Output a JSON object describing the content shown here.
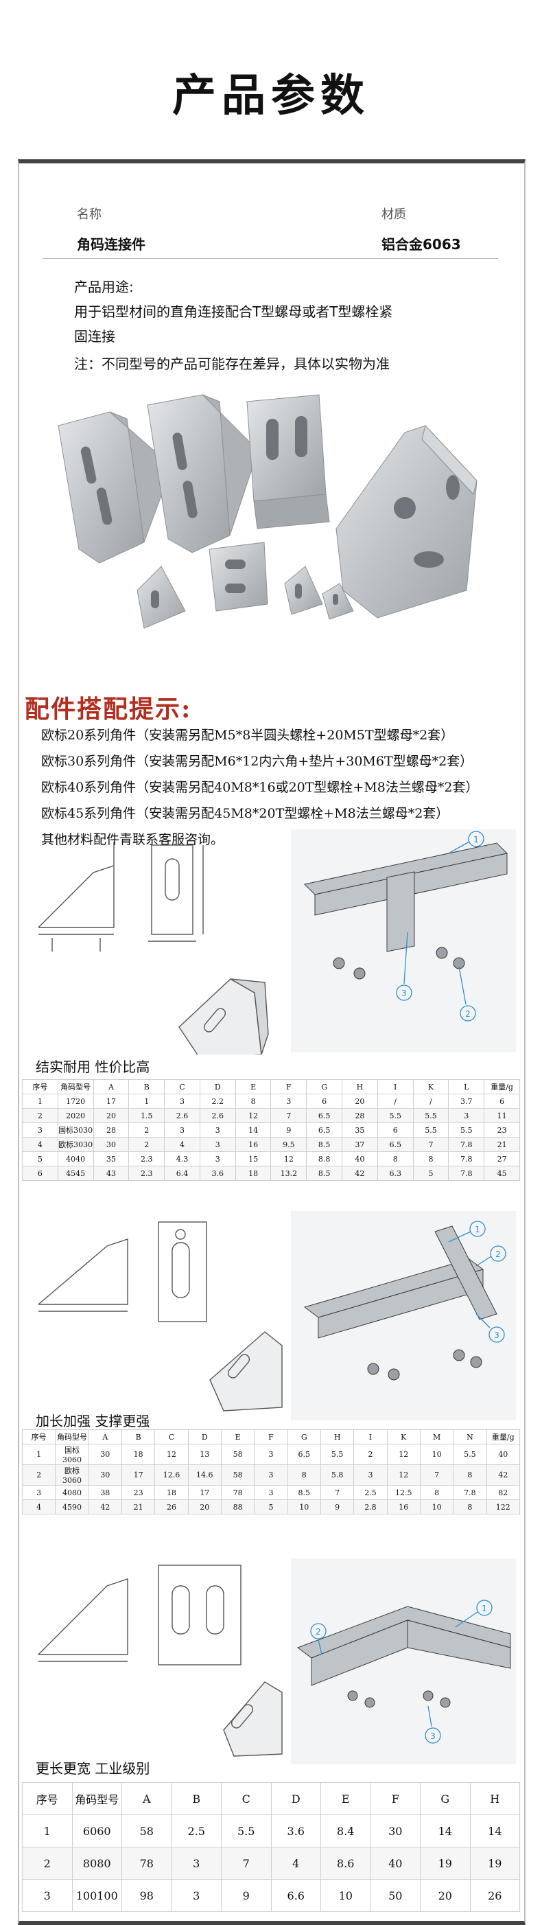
{
  "header": {
    "title": "产品参数"
  },
  "info": {
    "name_label": "名称",
    "name_value": "角码连接件",
    "material_label": "材质",
    "material_value": "铝合金6063",
    "usage_heading": "产品用途:",
    "usage_text_1": "用于铝型材间的直角连接配合T型螺母或者T型螺栓紧",
    "usage_text_2": "固连接",
    "note": "注：不同型号的产品可能存在差异，具体以实物为准"
  },
  "accessories": {
    "title": "配件搭配提示:",
    "lines": [
      "欧标20系列角件（安装需另配M5*8半圆头螺栓+20M5T型螺母*2套）",
      "欧标30系列角件（安装需另配M6*12内六角+垫片+30M6T型螺母*2套）",
      "欧标40系列角件（安装需另配40M8*16或20T型螺栓+M8法兰螺母*2套）",
      "欧标45系列角件（安装需另配45M8*20T型螺栓+M8法兰螺母*2套）",
      "其他材料配件青联系客服咨询。"
    ]
  },
  "section1": {
    "caption": "结实耐用 性价比高",
    "diagram_callouts": [
      "1",
      "2",
      "3"
    ],
    "headers": [
      "序号",
      "角码型号",
      "A",
      "B",
      "C",
      "D",
      "E",
      "F",
      "G",
      "H",
      "I",
      "K",
      "L",
      "重量/g"
    ],
    "rows": [
      [
        "1",
        "1720",
        "17",
        "1",
        "3",
        "2.2",
        "8",
        "3",
        "6",
        "20",
        "/",
        "/",
        "3.7",
        "6"
      ],
      [
        "2",
        "2020",
        "20",
        "1.5",
        "2.6",
        "2.6",
        "12",
        "7",
        "6.5",
        "28",
        "5.5",
        "5.5",
        "3",
        "11"
      ],
      [
        "3",
        "国标3030",
        "28",
        "2",
        "3",
        "3",
        "14",
        "9",
        "6.5",
        "35",
        "6",
        "5.5",
        "5.5",
        "23"
      ],
      [
        "4",
        "欧标3030",
        "30",
        "2",
        "4",
        "3",
        "16",
        "9.5",
        "8.5",
        "37",
        "6.5",
        "7",
        "7.8",
        "21"
      ],
      [
        "5",
        "4040",
        "35",
        "2.3",
        "4.3",
        "3",
        "15",
        "12",
        "8.8",
        "40",
        "8",
        "8",
        "7.8",
        "27"
      ],
      [
        "6",
        "4545",
        "43",
        "2.3",
        "6.4",
        "3.6",
        "18",
        "13.2",
        "8.5",
        "42",
        "6.3",
        "5",
        "7.8",
        "45"
      ]
    ]
  },
  "section2": {
    "caption": "加长加强 支撑更强",
    "diagram_callouts": [
      "1",
      "2",
      "3"
    ],
    "headers": [
      "序号",
      "角码型号",
      "A",
      "B",
      "C",
      "D",
      "E",
      "F",
      "G",
      "H",
      "I",
      "K",
      "M",
      "N",
      "重量/g"
    ],
    "rows": [
      [
        "1",
        "国标3060",
        "30",
        "18",
        "12",
        "13",
        "58",
        "3",
        "6.5",
        "5.5",
        "2",
        "12",
        "10",
        "5.5",
        "40"
      ],
      [
        "2",
        "欧标3060",
        "30",
        "17",
        "12.6",
        "14.6",
        "58",
        "3",
        "8",
        "5.8",
        "3",
        "12",
        "7",
        "8",
        "42"
      ],
      [
        "3",
        "4080",
        "38",
        "23",
        "18",
        "17",
        "78",
        "3",
        "8.5",
        "7",
        "2.5",
        "12.5",
        "8",
        "7.8",
        "82"
      ],
      [
        "4",
        "4590",
        "42",
        "21",
        "26",
        "20",
        "88",
        "5",
        "10",
        "9",
        "2.8",
        "16",
        "10",
        "8",
        "122"
      ]
    ]
  },
  "section3": {
    "caption": "更长更宽 工业级别",
    "diagram_callouts": [
      "1",
      "2",
      "3"
    ],
    "headers": [
      "序号",
      "角码型号",
      "A",
      "B",
      "C",
      "D",
      "E",
      "F",
      "G",
      "H"
    ],
    "rows": [
      [
        "1",
        "6060",
        "58",
        "2.5",
        "5.5",
        "3.6",
        "8.4",
        "30",
        "14",
        "14"
      ],
      [
        "2",
        "8080",
        "78",
        "3",
        "7",
        "4",
        "8.6",
        "40",
        "19",
        "19"
      ],
      [
        "3",
        "100100",
        "98",
        "3",
        "9",
        "6.6",
        "10",
        "50",
        "20",
        "26"
      ]
    ]
  },
  "colors": {
    "accent_red": "#b22e1f",
    "callout_blue": "#2f8fd0",
    "metal": "#c4c7cb"
  }
}
